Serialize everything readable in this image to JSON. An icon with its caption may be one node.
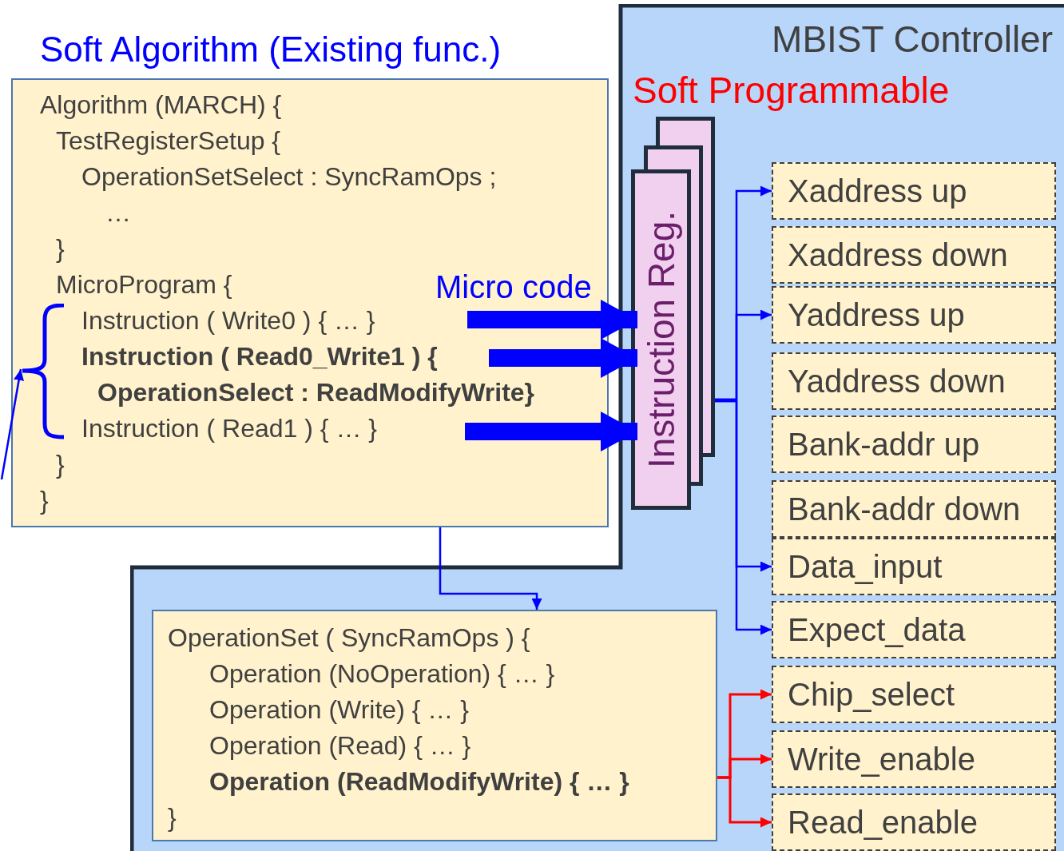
{
  "diagram": {
    "nodes": [
      {
        "text": [
          "Soft Algorithm (Existing func.)",
          "Algorithm (MARCH) {",
          "TestRegisterSetup {",
          "OperationSetSelect : SyncRamOps ;",
          "…",
          "}",
          "MicroProgram {",
          "Instruction ( Write0 ) { … }",
          "Instruction ( Read0_Write1 ) {",
          "OperationSelect : ReadModifyWrite}",
          "Instruction ( Read1 ) { … }",
          "}",
          "}"
        ]
      },
      {
        "text": [
          "MBIST Controller",
          "Soft Programmable"
        ]
      },
      {
        "text": [
          "Instruction Reg."
        ],
        "in": 1
      },
      {
        "text": [
          "Xaddress up"
        ],
        "in": 1
      },
      {
        "text": [
          "Xaddress down"
        ],
        "in": 1
      },
      {
        "text": [
          "Yaddress up"
        ],
        "in": 1
      },
      {
        "text": [
          "Yaddress down"
        ],
        "in": 1
      },
      {
        "text": [
          "Bank-addr up"
        ],
        "in": 1
      },
      {
        "text": [
          "Bank-addr down"
        ],
        "in": 1
      },
      {
        "text": [
          "Data_input"
        ],
        "in": 1
      },
      {
        "text": [
          "Expect_data"
        ],
        "in": 1
      },
      {
        "text": [
          "Chip_select"
        ],
        "in": 1
      },
      {
        "text": [
          "Write_enable"
        ],
        "in": 1
      },
      {
        "text": [
          "Read_enable"
        ],
        "in": 1
      },
      {
        "text": [
          "OperationSet ( SyncRamOps ) {",
          "Operation (NoOperation) { … }",
          "Operation (Write) { … }",
          "Operation (Read) { … }",
          "Operation (ReadModifyWrite) { … }",
          "}"
        ],
        "in": 1
      }
    ],
    "edges": [
      {
        "from": null,
        "to": 0,
        "arrow": "to"
      },
      {
        "from": 0,
        "to": 2,
        "arrow": "to",
        "style": "thick"
      },
      {
        "from": 0,
        "to": 2,
        "arrow": "to",
        "style": "thick"
      },
      {
        "from": 0,
        "to": 2,
        "arrow": "to",
        "style": "thick"
      },
      {
        "from": 2,
        "to": 3,
        "arrow": "to"
      },
      {
        "from": 2,
        "to": 5,
        "arrow": "to"
      },
      {
        "from": 2,
        "to": 9,
        "arrow": "to"
      },
      {
        "from": 2,
        "to": 10,
        "arrow": "to"
      },
      {
        "from": 0,
        "to": 14,
        "arrow": "to"
      },
      {
        "from": 14,
        "to": 11,
        "arrow": "to",
        "color": "#ff0000"
      },
      {
        "from": 14,
        "to": 12,
        "arrow": "to",
        "color": "#ff0000"
      },
      {
        "from": 14,
        "to": 13,
        "arrow": "to",
        "color": "#ff0000"
      }
    ],
    "labels": [
      "Micro code"
    ]
  }
}
